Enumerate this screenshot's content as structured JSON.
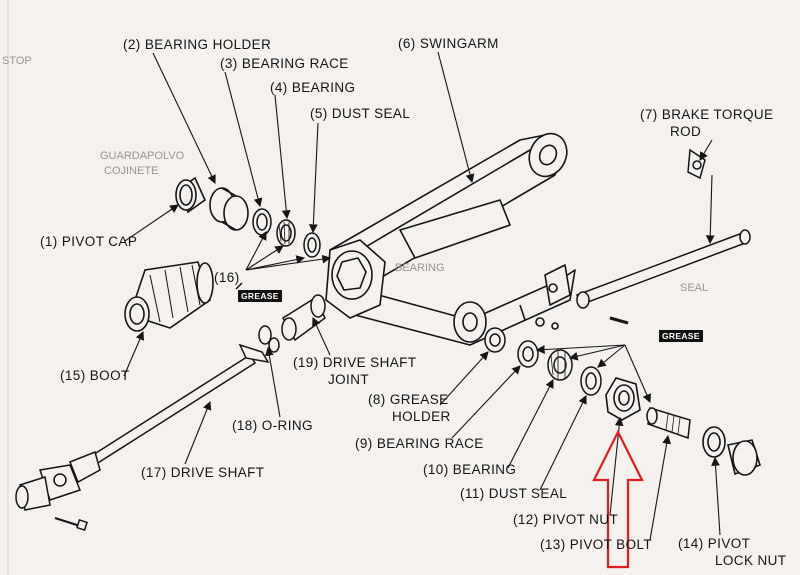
{
  "labels": {
    "bearing_holder": "(2) BEARING HOLDER",
    "bearing_race_3": "(3) BEARING RACE",
    "bearing_4": "(4) BEARING",
    "dust_seal_5": "(5) DUST SEAL",
    "swingarm": "(6) SWINGARM",
    "brake_rod_1": "(7) BRAKE TORQUE",
    "brake_rod_2": "ROD",
    "pivot_cap": "(1) PIVOT CAP",
    "callout_16": "(16)",
    "boot": "(15) BOOT",
    "drive_shaft_joint_1": "(19) DRIVE SHAFT",
    "drive_shaft_joint_2": "JOINT",
    "grease_holder_1": "(8) GREASE",
    "grease_holder_2": "HOLDER",
    "o_ring": "(18) O-RING",
    "bearing_race_9": "(9) BEARING RACE",
    "bearing_10": "(10) BEARING",
    "drive_shaft": "(17) DRIVE SHAFT",
    "dust_seal_11": "(11) DUST SEAL",
    "pivot_nut": "(12) PIVOT NUT",
    "pivot_bolt": "(13) PIVOT BOLT",
    "pivot_lock_nut_1": "(14) PIVOT",
    "pivot_lock_nut_2": "LOCK NUT"
  },
  "grease_tags": {
    "left": "GREASE",
    "right": "GREASE"
  },
  "bleed_through_text": [
    "GUARDAPOLVO",
    "COJINETE",
    "BEARING",
    "SEAL",
    "STOP"
  ],
  "colors": {
    "ink": "#151515",
    "paper": "#f4f1ee",
    "highlight_arrow": "#e02020"
  }
}
